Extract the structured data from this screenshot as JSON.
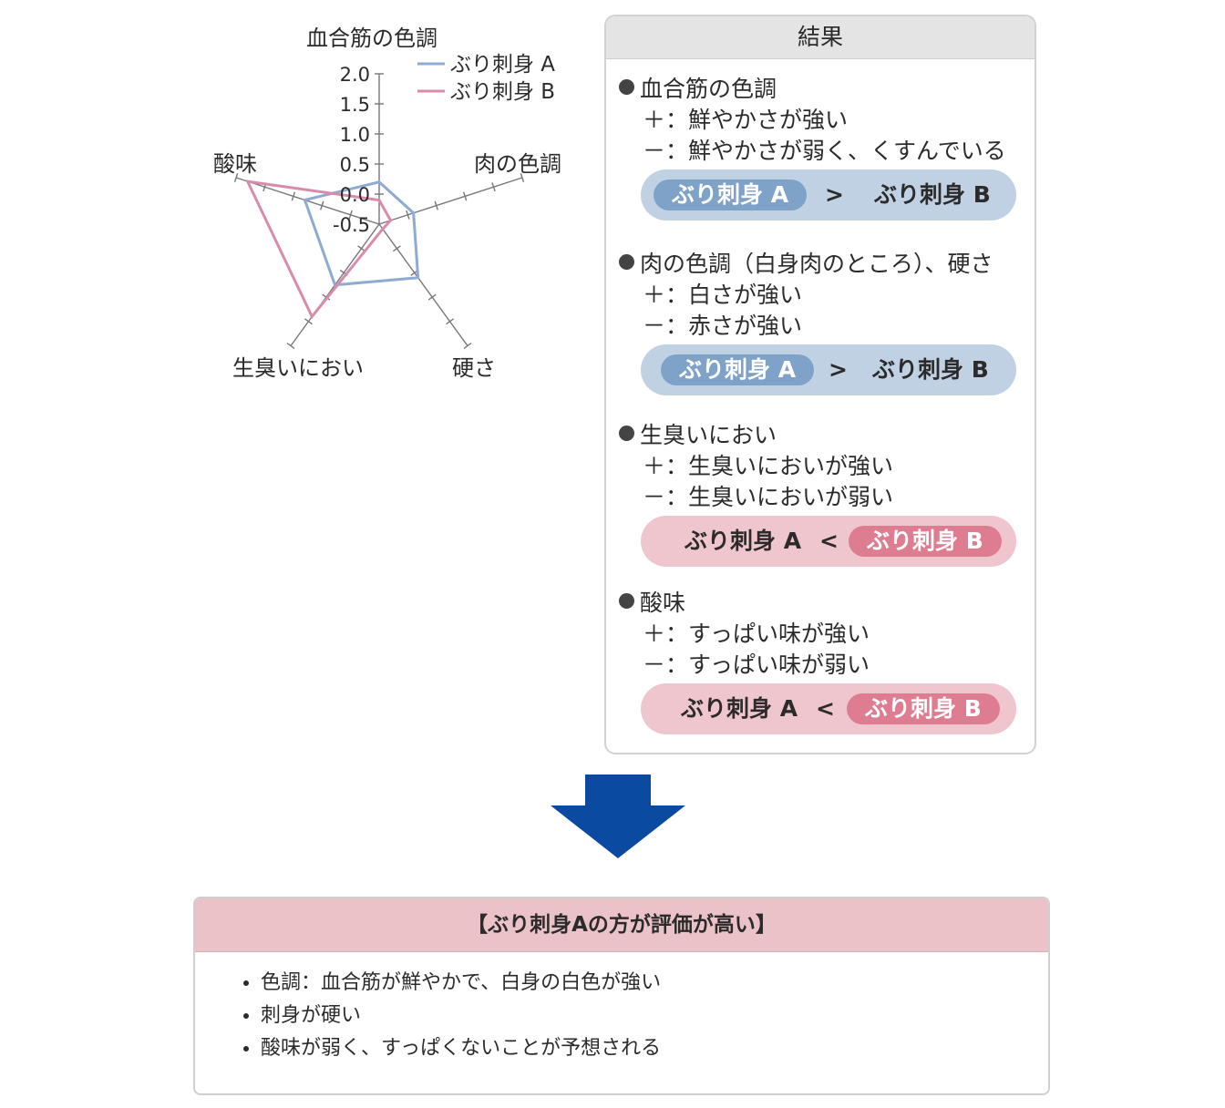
{
  "chart_data": {
    "type": "radar",
    "axes": [
      "血合筋の色調",
      "肉の色調",
      "硬さ",
      "生臭いにおい",
      "酸味"
    ],
    "scale_ticks": [
      "2.0",
      "1.5",
      "1.0",
      "0.5",
      "0.0",
      "-0.5"
    ],
    "range": [
      -0.5,
      2.0
    ],
    "series": [
      {
        "name": "ぶり刺身 A",
        "color": "#8eacd3",
        "values": [
          0.2,
          0.1,
          0.6,
          0.75,
          0.8
        ]
      },
      {
        "name": "ぶり刺身 B",
        "color": "#d98bab",
        "values": [
          -0.1,
          -0.3,
          -0.4,
          1.4,
          1.8
        ]
      }
    ]
  },
  "results": {
    "title": "結果",
    "sections": [
      {
        "title": "血合筋の色調",
        "plus": "＋：鮮やかさが強い",
        "minus": "－：鮮やかさが弱く、くすんでいる",
        "left": "ぶり刺身 A",
        "op": ">",
        "right": "ぶり刺身 B",
        "winner": "A"
      },
      {
        "title": "肉の色調（白身肉のところ）、硬さ",
        "plus": "＋：白さが強い",
        "minus": "－：赤さが強い",
        "left": "ぶり刺身 A",
        "op": ">",
        "right": "ぶり刺身 B",
        "winner": "A"
      },
      {
        "title": "生臭いにおい",
        "plus": "＋：生臭いにおいが強い",
        "minus": "－：生臭いにおいが弱い",
        "left": "ぶり刺身 A",
        "op": "<",
        "right": "ぶり刺身 B",
        "winner": "B"
      },
      {
        "title": "酸味",
        "plus": "＋：すっぱい味が強い",
        "minus": "－：すっぱい味が弱い",
        "left": "ぶり刺身 A",
        "op": "<",
        "right": "ぶり刺身 B",
        "winner": "B"
      }
    ]
  },
  "colors": {
    "arrow": "#0a4aa0",
    "accent_blue": "#7fa2c9",
    "accent_pink": "#de7d91"
  },
  "conclusion": {
    "title": "【ぶり刺身Aの方が評価が高い】",
    "items": [
      "色調：血合筋が鮮やかで、白身の白色が強い",
      "刺身が硬い",
      "酸味が弱く、すっぱくないことが予想される"
    ]
  }
}
